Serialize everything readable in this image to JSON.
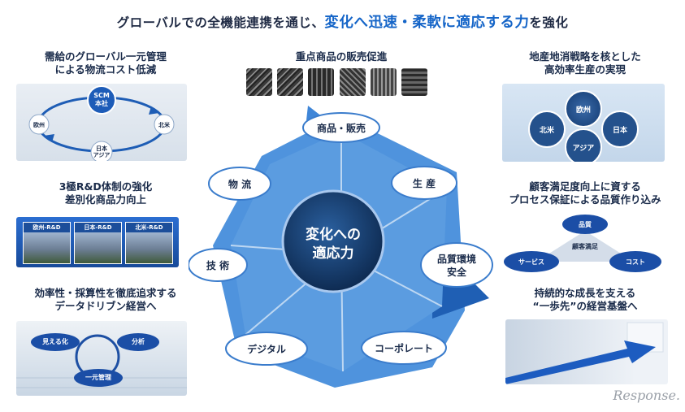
{
  "title": {
    "part1": "グローバルでの全機能連携を通じ、",
    "highlight": "変化へ迅速・柔軟に適応する力",
    "part2": "を強化"
  },
  "panels": {
    "scm": {
      "caption_line1": "需給のグローバル一元管理",
      "caption_line2": "による物流コスト低減",
      "center_line1": "SCM",
      "center_line2": "本社",
      "left": "欧州",
      "right": "北米",
      "bottom_line1": "日本",
      "bottom_line2": "アジア"
    },
    "rd": {
      "caption_line1": "3極R&D体制の強化",
      "caption_line2": "差別化商品力向上",
      "cards": [
        "欧州-R&D",
        "日本-R&D",
        "北米-R&D"
      ]
    },
    "data": {
      "caption_line1": "効率性・採算性を徹底追求する",
      "caption_line2": "データドリブン経営へ",
      "node1": "見える化",
      "node2": "分析",
      "node3": "一元管理"
    },
    "products": {
      "caption": "重点商品の販売促進"
    },
    "production": {
      "caption_line1": "地産地消戦略を核とした",
      "caption_line2": "高効率生産の実現",
      "bubbles": [
        "欧州",
        "北米",
        "日本",
        "アジア"
      ]
    },
    "quality": {
      "caption_line1": "顧客満足度向上に資する",
      "caption_line2": "プロセス保証による品質作り込み",
      "top": "品質",
      "center": "顧客満足",
      "left": "サービス",
      "right": "コスト"
    },
    "growth": {
      "caption_line1": "持続的な成長を支える",
      "caption_line2": "“一歩先”の経営基盤へ"
    }
  },
  "wheel": {
    "center_line1": "変化への",
    "center_line2": "適応力",
    "items": [
      "商品・販売",
      "生 産",
      "品質環境",
      "安全",
      "コーポレート",
      "デジタル",
      "技 術",
      "物 流"
    ]
  },
  "watermark": "Response."
}
